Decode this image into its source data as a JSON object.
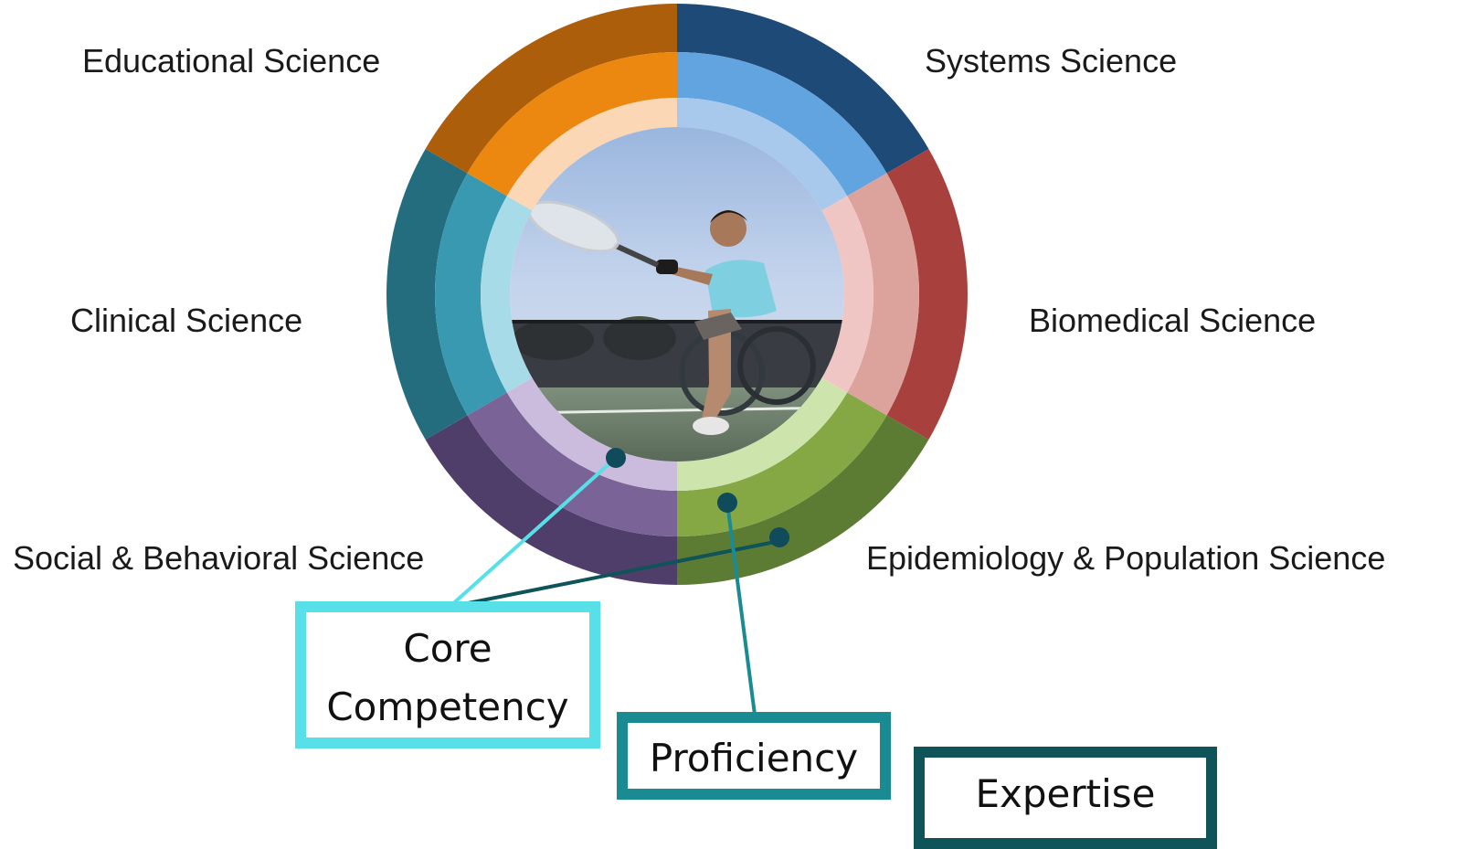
{
  "domains": [
    {
      "key": "educational",
      "label": "Educational Science",
      "colors": [
        "#ac5e0b",
        "#ec8810",
        "#fbd7b5"
      ]
    },
    {
      "key": "systems",
      "label": "Systems Science",
      "colors": [
        "#1d4a77",
        "#62a4e0",
        "#a9c9ec"
      ]
    },
    {
      "key": "biomedical",
      "label": "Biomedical Science",
      "colors": [
        "#a8413d",
        "#dca39d",
        "#f0c6c5"
      ]
    },
    {
      "key": "epidemiology",
      "label": "Epidemiology & Population Science",
      "colors": [
        "#5d7c33",
        "#85a845",
        "#cde5ad"
      ]
    },
    {
      "key": "social",
      "label": "Social & Behavioral Science",
      "colors": [
        "#4f3e69",
        "#7a6497",
        "#cbbcde"
      ]
    },
    {
      "key": "clinical",
      "label": "Clinical Science",
      "colors": [
        "#236d7e",
        "#3899b0",
        "#a7dbe8"
      ]
    }
  ],
  "levels": [
    {
      "key": "core",
      "label_lines": [
        "Core",
        "Competency"
      ],
      "color": "#58e0e8"
    },
    {
      "key": "proficiency",
      "label_lines": [
        "Proficiency"
      ],
      "color": "#1a8a93"
    },
    {
      "key": "expertise",
      "label_lines": [
        "Expertise"
      ],
      "color": "#0e5458"
    }
  ],
  "photo": {
    "subject": "wheelchair tennis player swinging a racket on an outdoor court"
  }
}
